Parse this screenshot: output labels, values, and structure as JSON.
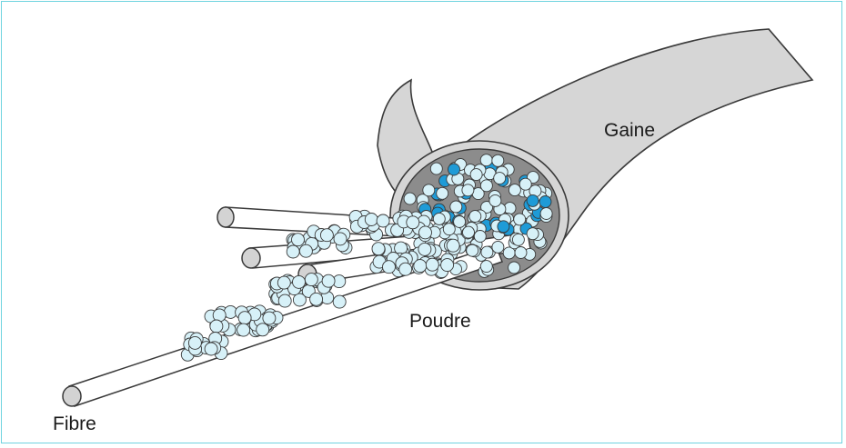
{
  "labels": {
    "gaine": "Gaine",
    "poudre": "Poudre",
    "fibre": "Fibre"
  },
  "colors": {
    "frame": "#6fd3df",
    "sheath": "#d6d6d6",
    "sheath_inner": "#8c8c8c",
    "powder_light": "#d7f1f8",
    "powder_dark": "#1e9bd7",
    "fibre_end": "#d3d3d3",
    "outline": "#3a3a3a"
  }
}
